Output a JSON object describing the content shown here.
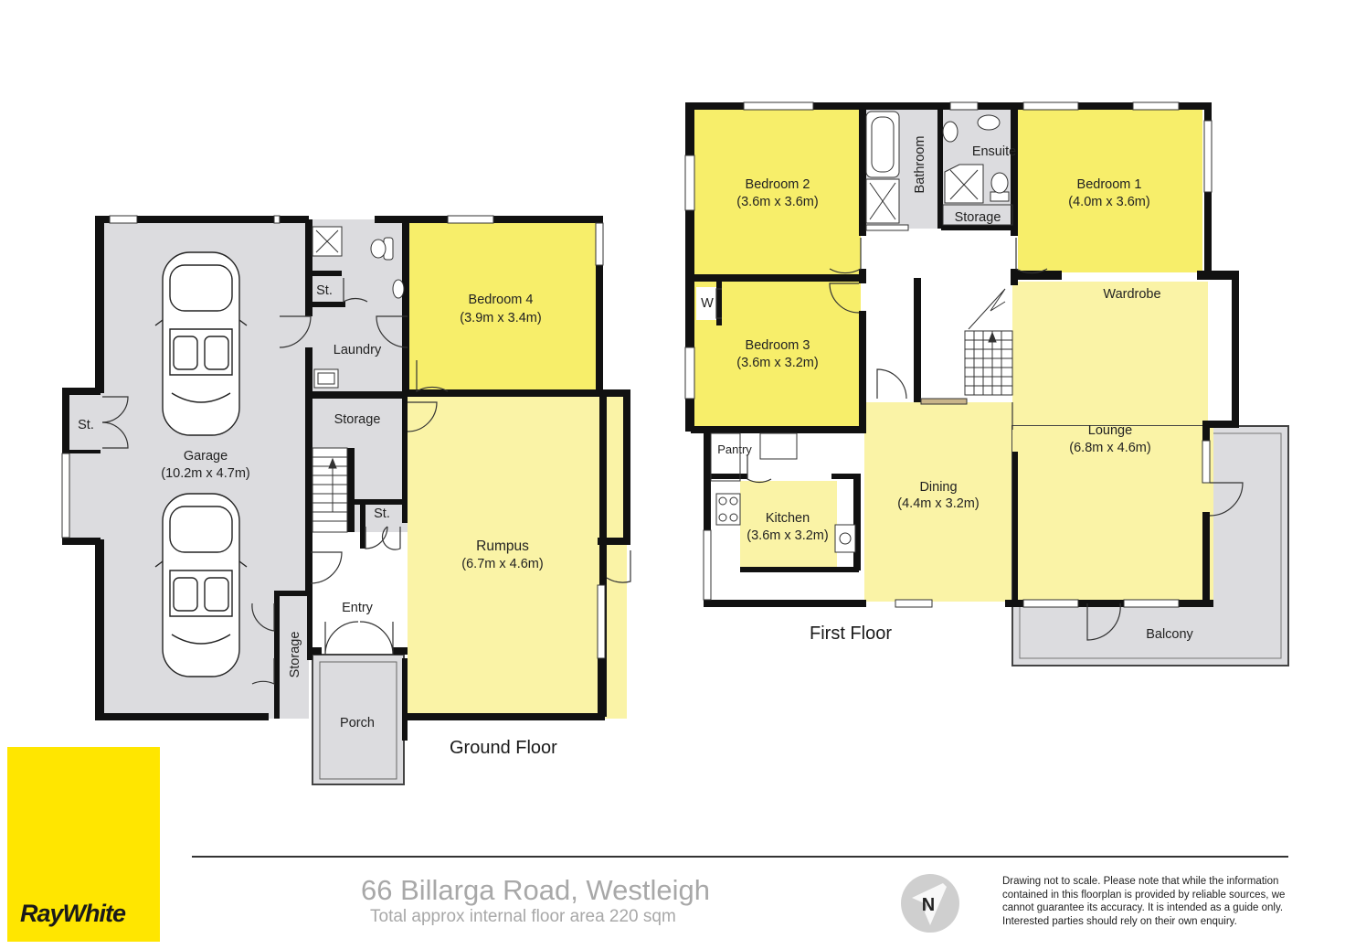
{
  "property": {
    "address": "66 Billarga Road, Westleigh",
    "area_note": "Total approx internal floor area 220 sqm",
    "disclaimer_lines": [
      "Drawing not to scale. Please note that while the information",
      "contained in this floorplan is provided by reliable sources, we",
      "cannot guarantee its accuracy. It is intended as a guide only.",
      "Interested parties should rely on their own enquiry."
    ],
    "brand": "RayWhite"
  },
  "compass": {
    "icon": "north-arrow-icon",
    "letter": "N"
  },
  "floors": {
    "ground": {
      "caption": "Ground Floor",
      "rooms": {
        "garage": {
          "name": "Garage",
          "dims": "(10.2m x 4.7m)"
        },
        "bedroom4": {
          "name": "Bedroom 4",
          "dims": "(3.9m x 3.4m)"
        },
        "rumpus": {
          "name": "Rumpus",
          "dims": "(6.7m x 4.6m)"
        },
        "laundry": {
          "name": "Laundry"
        },
        "storage_hall": {
          "name": "Storage"
        },
        "storage_garage": {
          "name": "Storage"
        },
        "entry": {
          "name": "Entry"
        },
        "porch": {
          "name": "Porch"
        },
        "st_garage": {
          "name": "St."
        },
        "st_laundry": {
          "name": "St."
        },
        "st_entry": {
          "name": "St."
        }
      }
    },
    "first": {
      "caption": "First Floor",
      "rooms": {
        "bedroom1": {
          "name": "Bedroom 1",
          "dims": "(4.0m x 3.6m)"
        },
        "bedroom2": {
          "name": "Bedroom 2",
          "dims": "(3.6m x 3.6m)"
        },
        "bedroom3": {
          "name": "Bedroom 3",
          "dims": "(3.6m x 3.2m)"
        },
        "lounge": {
          "name": "Lounge",
          "dims": "(6.8m x 4.6m)"
        },
        "dining": {
          "name": "Dining",
          "dims": "(4.4m x 3.2m)"
        },
        "kitchen": {
          "name": "Kitchen",
          "dims": "(3.6m x 3.2m)"
        },
        "bathroom": {
          "name": "Bathroom"
        },
        "ensuite": {
          "name": "Ensuite"
        },
        "storage": {
          "name": "Storage"
        },
        "wardrobe": {
          "name": "Wardrobe"
        },
        "pantry": {
          "name": "Pantry"
        },
        "balcony": {
          "name": "Balcony"
        },
        "w": {
          "name": "W"
        }
      }
    }
  },
  "colors": {
    "bedroom": "#f7ee6a",
    "living": "#faf3a6",
    "service": "#dcdcdf",
    "wall": "#111111",
    "logo": "#ffe600"
  }
}
